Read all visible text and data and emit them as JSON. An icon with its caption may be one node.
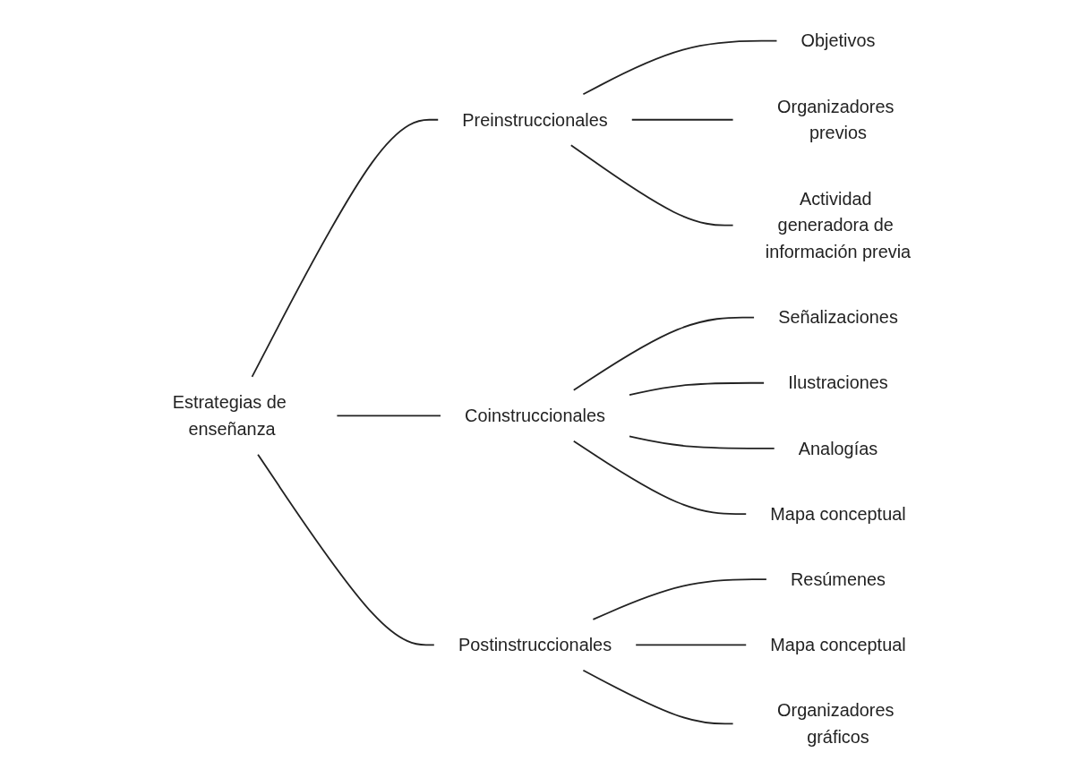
{
  "diagram": {
    "nodes": [
      {
        "text": [
          "Estrategias de enseñanza"
        ]
      },
      {
        "text": [
          "Preinstruccionales"
        ]
      },
      {
        "text": [
          "Objetivos"
        ]
      },
      {
        "text": [
          "Organizadores previos"
        ]
      },
      {
        "text": [
          "Actividad generadora de información previa"
        ]
      },
      {
        "text": [
          "Coinstruccionales"
        ]
      },
      {
        "text": [
          "Señalizaciones"
        ]
      },
      {
        "text": [
          "Ilustraciones"
        ]
      },
      {
        "text": [
          "Analogías"
        ]
      },
      {
        "text": [
          "Mapa conceptual"
        ]
      },
      {
        "text": [
          "Postinstruccionales"
        ]
      },
      {
        "text": [
          "Resúmenes"
        ]
      },
      {
        "text": [
          "Mapa conceptual"
        ]
      },
      {
        "text": [
          "Organizadores gráficos"
        ]
      }
    ],
    "edges": [
      {
        "from": 0,
        "to": 1,
        "arrow": "none"
      },
      {
        "from": 0,
        "to": 5,
        "arrow": "none"
      },
      {
        "from": 0,
        "to": 10,
        "arrow": "none"
      },
      {
        "from": 1,
        "to": 2,
        "arrow": "none"
      },
      {
        "from": 1,
        "to": 3,
        "arrow": "none"
      },
      {
        "from": 1,
        "to": 4,
        "arrow": "none"
      },
      {
        "from": 5,
        "to": 6,
        "arrow": "none"
      },
      {
        "from": 5,
        "to": 7,
        "arrow": "none"
      },
      {
        "from": 5,
        "to": 8,
        "arrow": "none"
      },
      {
        "from": 5,
        "to": 9,
        "arrow": "none"
      },
      {
        "from": 10,
        "to": 11,
        "arrow": "none"
      },
      {
        "from": 10,
        "to": 12,
        "arrow": "none"
      },
      {
        "from": 10,
        "to": 13,
        "arrow": "none"
      }
    ]
  }
}
